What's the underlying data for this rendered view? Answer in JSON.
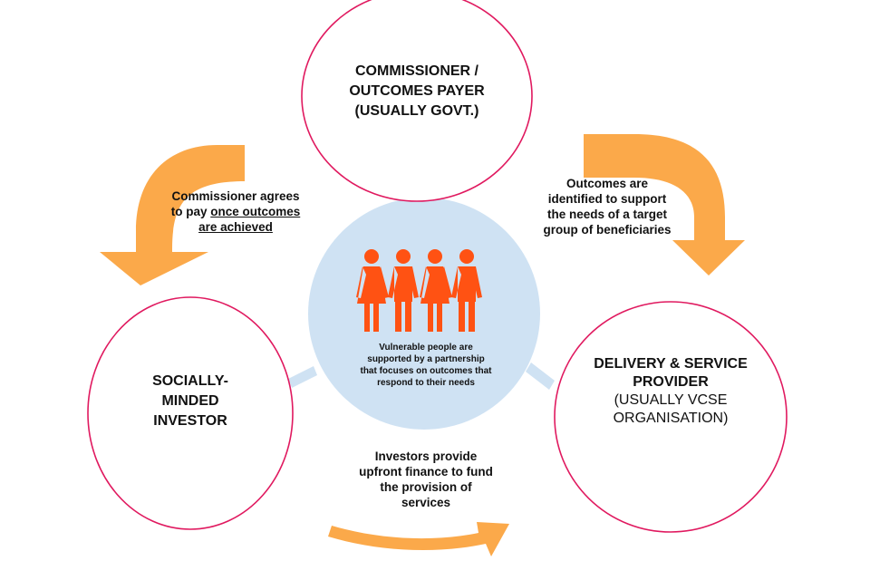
{
  "colors": {
    "circle_stroke": "#E0195F",
    "center_fill": "#CFE2F3",
    "arrow_fill": "#FBA94A",
    "people_fill": "#FF5213",
    "text": "#111111"
  },
  "nodes": {
    "commissioner": {
      "lines": [
        "COMMISSIONER /",
        "OUTCOMES PAYER",
        "(USUALLY GOVT.)"
      ]
    },
    "investor": {
      "lines": [
        "SOCIALLY-",
        "MINDED",
        "INVESTOR"
      ]
    },
    "provider": {
      "title_lines": [
        "DELIVERY & SERVICE",
        "PROVIDER"
      ],
      "subtitle_lines": [
        "(USUALLY VCSE",
        "ORGANISATION)"
      ]
    },
    "center": {
      "icon": "people-holding-hands-icon",
      "people_count": 4,
      "lines": [
        "Vulnerable people are",
        "supported by a partnership",
        "that focuses on outcomes that",
        "respond to their needs"
      ]
    }
  },
  "arrows": {
    "left": {
      "direction": "commissioner-to-investor",
      "line1": "Commissioner agrees",
      "line2_plain": "to pay ",
      "line2_underlined": "once outcomes",
      "line3_underlined": "are achieved"
    },
    "right": {
      "direction": "commissioner-to-provider",
      "lines": [
        "Outcomes are",
        "identified to support",
        "the needs of a target",
        "group of beneficiaries"
      ]
    },
    "bottom": {
      "direction": "investor-to-provider",
      "lines": [
        "Investors provide",
        "upfront finance to fund",
        "the provision of",
        "services"
      ]
    }
  }
}
